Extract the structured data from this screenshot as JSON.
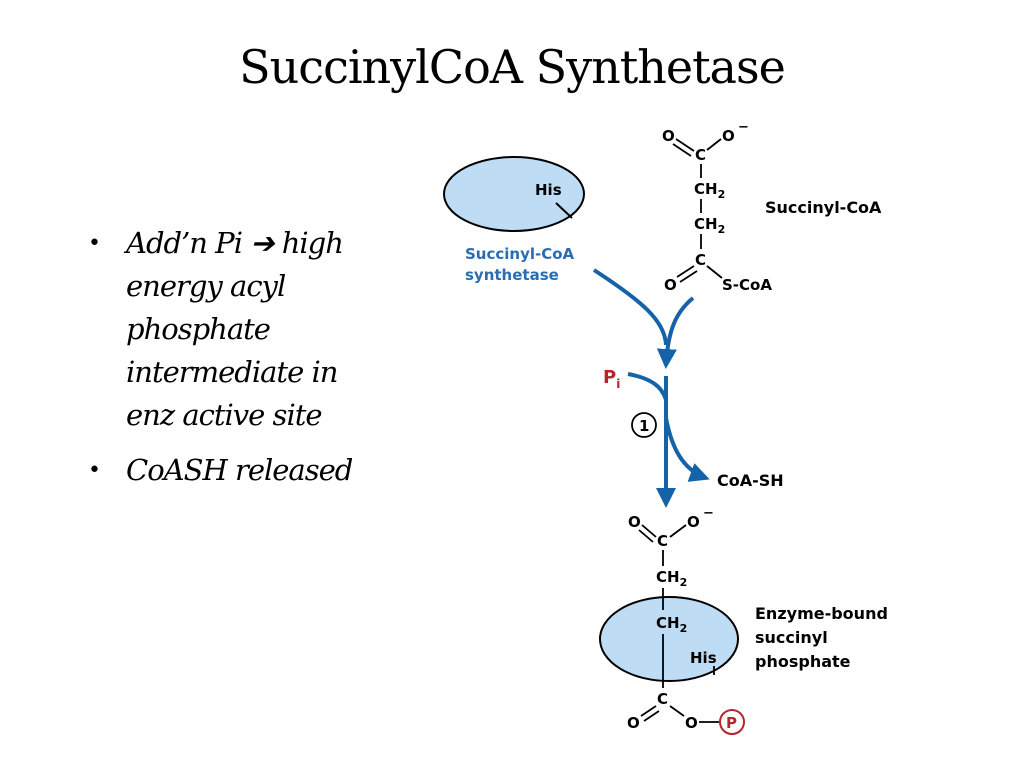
{
  "slide": {
    "title": "SuccinylCoA Synthetase",
    "bullets": [
      "Add’n Pi ➔ high energy acyl phosphate intermediate in enz active site",
      "CoASH released"
    ]
  },
  "diagram": {
    "enzyme_label": "His",
    "enzyme_name_line1": "Succinyl-CoA",
    "enzyme_name_line2": "synthetase",
    "substrate_name": "Succinyl-CoA",
    "top": {
      "o_left": "O",
      "o_right": "O",
      "minus": "−",
      "c1": "C",
      "ch2_a": "CH",
      "ch2_a_sub": "2",
      "ch2_b": "CH",
      "ch2_b_sub": "2",
      "o_bottom": "O",
      "c_bottom": "C",
      "scoa": "S-CoA"
    },
    "pi_label": "P",
    "pi_sub": "i",
    "step": "1",
    "coash": "CoA-SH",
    "bottom": {
      "o_left": "O",
      "o_right": "O",
      "minus": "−",
      "c1": "C",
      "ch2_a": "CH",
      "ch2_a_sub": "2",
      "ch2_b": "CH",
      "ch2_b_sub": "2",
      "his": "His",
      "c_bottom": "C",
      "o_bottom_left": "O",
      "o_bottom_right": "O",
      "p": "P"
    },
    "product_line1": "Enzyme-bound",
    "product_line2": "succinyl",
    "product_line3": "phosphate",
    "colors": {
      "arrow": "#1462a8",
      "enzyme_fill": "#bfdcf5",
      "enzyme_label": "#2a6db2",
      "pi": "#b3262e"
    }
  }
}
